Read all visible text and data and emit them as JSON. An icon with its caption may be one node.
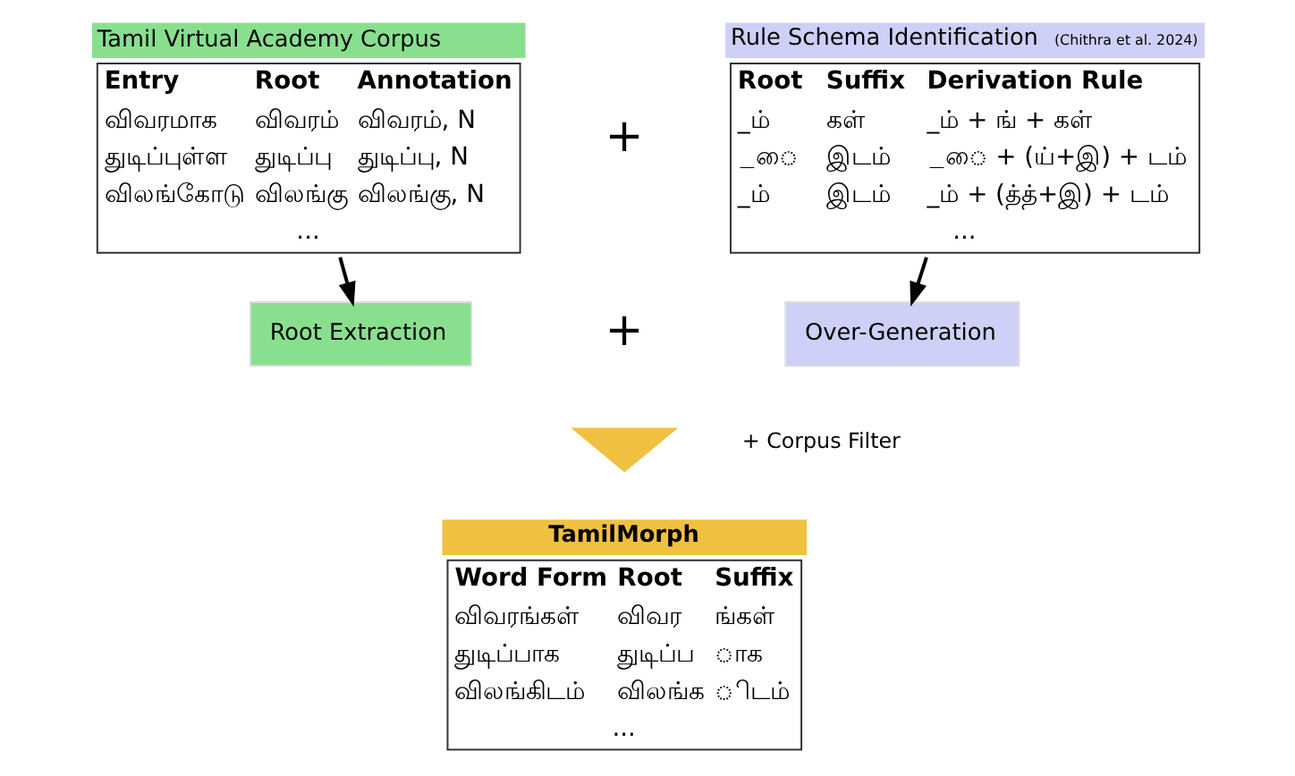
{
  "diagram": {
    "nodes": [
      {
        "text": [
          "Tamil Virtual Academy Corpus",
          "Entry",
          "Root",
          "Annotation",
          "விவரமாக",
          "விவரம்",
          "விவரம், N",
          "துடிப்புள்ள",
          "துடிப்பு",
          "துடிப்பு, N",
          "விலங்கோடு",
          "விலங்கு",
          "விலங்கு, N",
          "..."
        ]
      },
      {
        "text": [
          "Rule Schema Identification",
          "(Chithra et al. 2024)",
          "Root",
          "Suffix",
          "Derivation Rule",
          "_ம்",
          "கள்",
          "_ம் + ங் + கள்",
          "_ை",
          "இடம்",
          "_ை + (ய்+இ) + டம்",
          "_ம்",
          "இடம்",
          "_ம் + (த்த்+இ) + டம்",
          "..."
        ]
      },
      {
        "text": [
          "Root Extraction"
        ]
      },
      {
        "text": [
          "Over-Generation"
        ]
      },
      {
        "text": [],
        "shape": "triangle",
        "beside": [
          "+ Corpus Filter"
        ]
      },
      {
        "text": [
          "TamilMorph",
          "Word Form",
          "Root",
          "Suffix",
          "விவரங்கள்",
          "விவர",
          "ங்கள்",
          "துடிப்பாக",
          "துடிப்ப",
          "ாக",
          "விலங்கிடம்",
          "விலங்க",
          "ிடம்",
          "..."
        ]
      }
    ],
    "edges": [
      {
        "from": 0,
        "to": 2,
        "arrow": "to"
      },
      {
        "from": 1,
        "to": 3,
        "arrow": "to"
      }
    ],
    "labels": [
      "+",
      "+"
    ]
  }
}
